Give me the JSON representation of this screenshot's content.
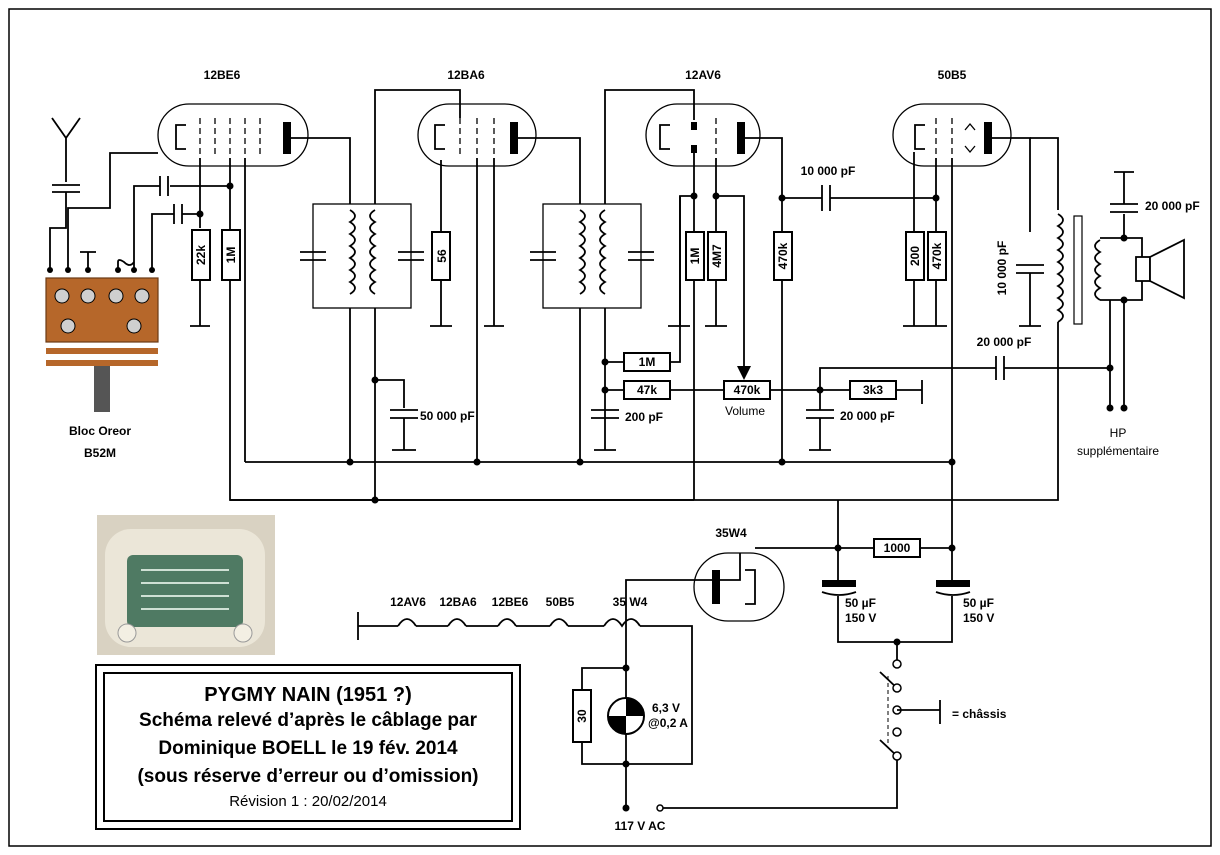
{
  "tubes": {
    "t1": "12BE6",
    "t2": "12BA6",
    "t3": "12AV6",
    "t4": "50B5",
    "rect": "35W4"
  },
  "block": {
    "line1": "Bloc Oreor",
    "line2": "B52M"
  },
  "resistors": {
    "r22k": "22k",
    "r1m_a": "1M",
    "r56": "56",
    "r1m_b": "1M",
    "r4m7": "4M7",
    "r470k_a": "470k",
    "r200": "200",
    "r470k_b": "470k",
    "r1m_c": "1M",
    "r47k": "47k",
    "pot": "470k",
    "r3k3": "3k3",
    "r1000": "1000",
    "r30": "30"
  },
  "labels": {
    "volume": "Volume",
    "c50000": "50 000 pF",
    "c200": "200 pF",
    "c20000_a": "20 000 pF",
    "c10000_a": "10 000 pF",
    "c10000_b": "10 000 pF",
    "c20000_b": "20 000 pF",
    "c20000_c": "20 000 pF",
    "hp1": "HP",
    "hp2": "supplémentaire",
    "cap1": "50 µF",
    "cap1b": "150 V",
    "cap2": "50 µF",
    "cap2b": "150 V",
    "chassis": "= châssis",
    "lamp1": "6,3 V",
    "lamp2": "@0,2 A",
    "mains": "117 V AC",
    "fil1": "12AV6",
    "fil2": "12BA6",
    "fil3": "12BE6",
    "fil4": "50B5",
    "fil5": "35 W4"
  },
  "title": {
    "line1": "PYGMY NAIN (1951 ?)",
    "line2": "Schéma relevé d’après le câblage par",
    "line3": "Dominique BOELL le 19 fév. 2014",
    "line4": "(sous réserve d’erreur ou d’omission)",
    "line5": "Révision 1 : 20/02/2014"
  }
}
